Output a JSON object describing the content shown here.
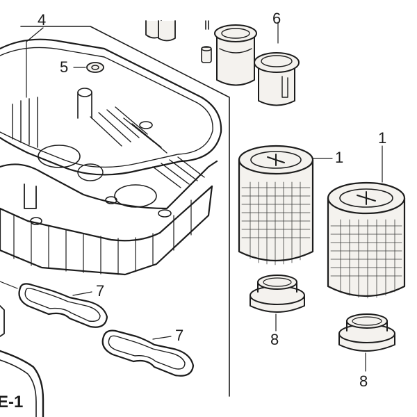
{
  "colors": {
    "ink": "#1c1c1c",
    "paper": "#f4f2ee",
    "background": "#ffffff"
  },
  "callouts": {
    "oil_pan": "4",
    "bolt_washer": "5",
    "strainer_sleeve": "6",
    "oil_filter_a": "1",
    "oil_filter_b": "1",
    "gasket_a": "7",
    "gasket_b": "7",
    "filter_seal_a": "8",
    "filter_seal_b": "8",
    "section_ref": "E-1"
  }
}
